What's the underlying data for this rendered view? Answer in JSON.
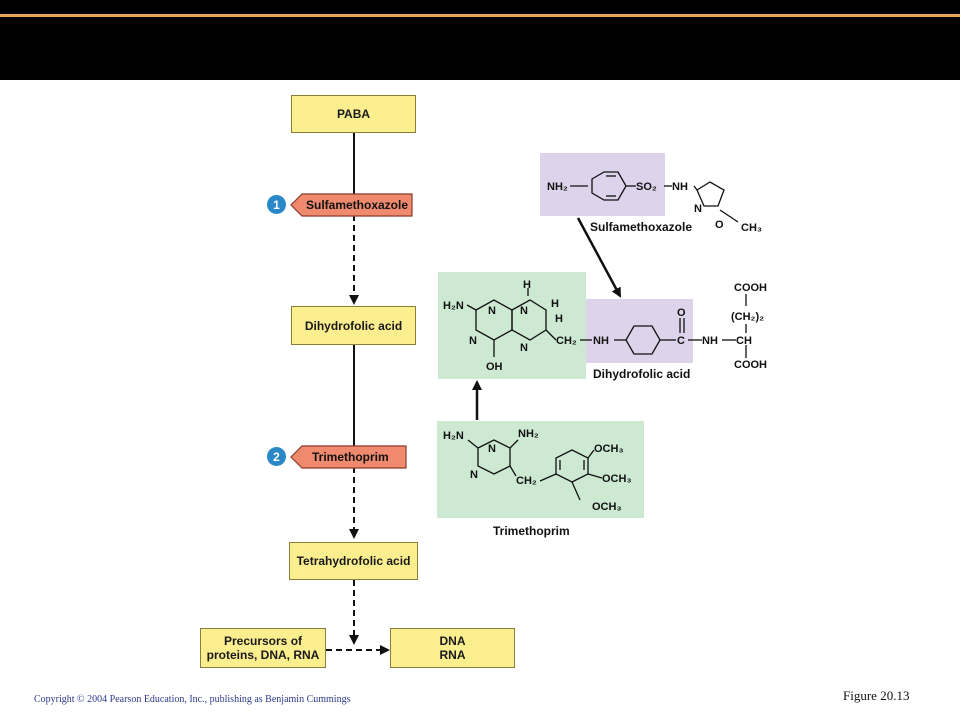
{
  "slide": {
    "copyright": "Copyright © 2004 Pearson Education, Inc., publishing as Benjamin Cummings",
    "figure": "Figure 20.13"
  },
  "pathway": {
    "paba": "PABA",
    "dihydrofolic": "Dihydrofolic acid",
    "tetrahydrofolic": "Tetrahydrofolic acid",
    "precursors_line1": "Precursors of",
    "precursors_line2": "proteins, DNA, RNA",
    "dna": "DNA",
    "rna": "RNA"
  },
  "inhibitors": [
    {
      "number": "1",
      "label": "Sulfamethoxazole"
    },
    {
      "number": "2",
      "label": "Trimethoprim"
    }
  ],
  "structures": {
    "sulfamethoxazole": {
      "caption": "Sulfamethoxazole",
      "nh2": "NH₂",
      "so2": "SO₂",
      "nh": "NH",
      "n": "N",
      "o": "O",
      "ch3": "CH₃"
    },
    "dihydrofolic": {
      "caption": "Dihydrofolic acid",
      "h2n": "H₂N",
      "n": "N",
      "h": "H",
      "oh": "OH",
      "ch2": "CH₂",
      "nh": "NH",
      "c": "C",
      "o": "O",
      "ch": "CH",
      "cooh": "COOH",
      "ch2_2": "(CH₂)₂"
    },
    "trimethoprim": {
      "caption": "Trimethoprim",
      "h2n": "H₂N",
      "nh2": "NH₂",
      "n": "N",
      "ch2": "CH₂",
      "och3": "OCH₃"
    }
  },
  "colors": {
    "flow_box": "#fbee8f",
    "inhibitor": "#f08a6e",
    "step_circle": "#2a88c8",
    "sulfa_panel": "#ddd3ea",
    "pterin_panel": "#cde9d2",
    "header": "#000000",
    "header_rule": "#e8a25a"
  }
}
